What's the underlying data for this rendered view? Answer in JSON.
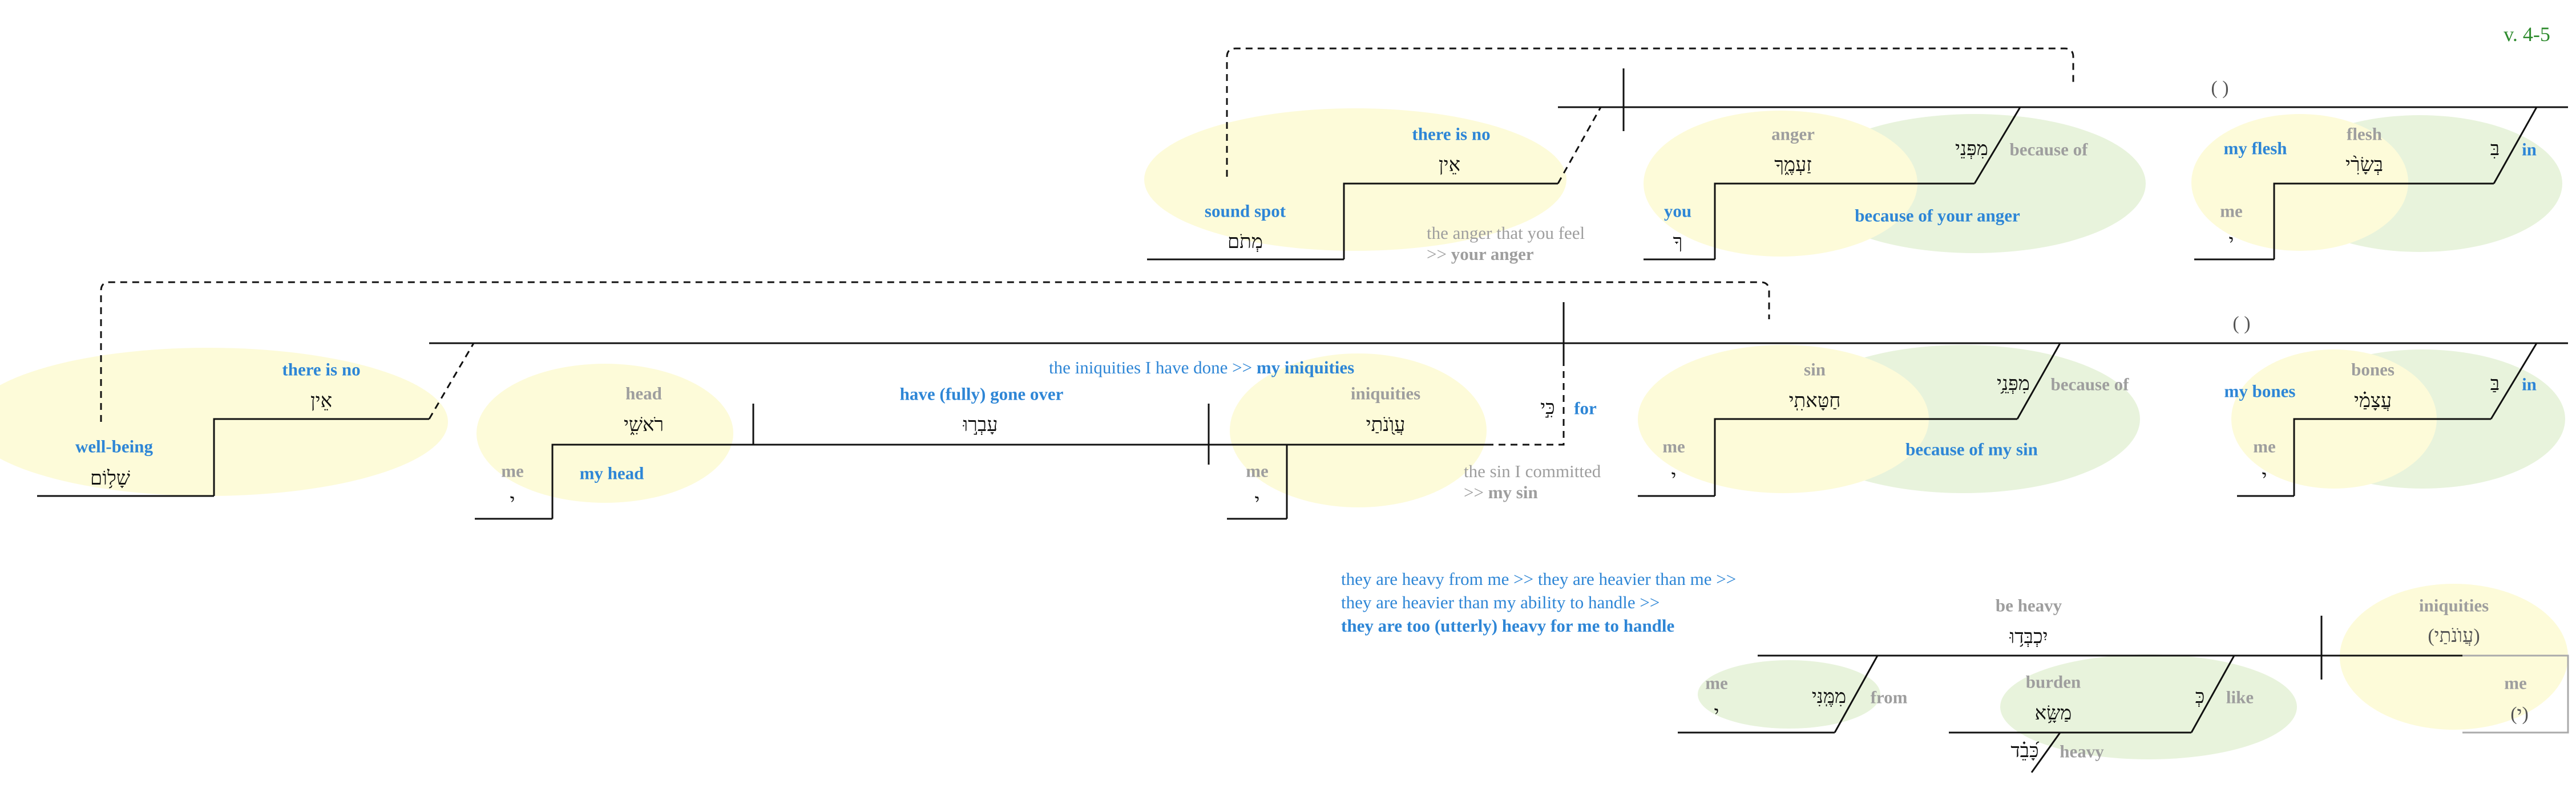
{
  "verse_ref": "v. 4-5",
  "line1": {
    "hebrew": {
      "matom": "מְתֹם",
      "ein": "אֵין",
      "zaam": "זַעְמֶ֑ךָ",
      "mipnei": "מִפְּנֵי",
      "suffix_kha": "ךָ",
      "besari": "בְּשָׂרִ֨י",
      "be": "בִּ",
      "suffix_i": "י"
    },
    "gloss": {
      "sound_spot": "sound spot",
      "there_is_no": "there is no",
      "anger": "anger",
      "because_of": "because of",
      "you": "you",
      "because_of_your_anger": "because of your anger",
      "my_flesh": "my flesh",
      "flesh": "flesh",
      "in": "in",
      "me": "me"
    },
    "note_a": "the anger that you feel",
    "note_b_prefix": ">> ",
    "note_b_bold": "your anger",
    "paren": "( )"
  },
  "line2": {
    "hebrew": {
      "shalom": "שָׁל֥וֹם",
      "ein": "אֵין",
      "rosh": "רֹאשִׁ֑י",
      "suffix_i": "י",
      "avru": "עָבְר֣וּ",
      "ki": "כִּ֣י",
      "avonotai": "עֲוֺ֭נֹתַי",
      "chatat": "חַטָּאתִֽי",
      "mipnei": "מִפְּנֵ֥י",
      "atsamai": "עֲצָמַ֗י",
      "be": "בַּ"
    },
    "gloss": {
      "well_being": "well-being",
      "there_is_no": "there is no",
      "head": "head",
      "me": "me",
      "my_head": "my head",
      "have_gone_over": "have (fully) gone over",
      "iniquities": "iniquities",
      "for": "for",
      "sin": "sin",
      "because_of": "because of",
      "because_of_my_sin": "because of my sin",
      "my_bones": "my bones",
      "bones": "bones",
      "in": "in"
    },
    "iniq_note_plain": "the iniquities I have done >> ",
    "iniq_note_bold": "my iniquities",
    "sin_note_a": "the sin I committed",
    "sin_note_b_prefix": ">> ",
    "sin_note_b_bold": "my sin",
    "paren": "( )"
  },
  "line3": {
    "note_1": "they are heavy from me >> they are heavier than me >>",
    "note_2": "they are heavier than my ability to handle >>",
    "note_3": "they are too (utterly) heavy for me to handle",
    "hebrew": {
      "yikhbedu": "יִכְבְּד֥וּ",
      "avonotai_paren": "(עֲוֺנֹתַי)",
      "mimmeni": "מִמֶּֽנִּי",
      "suffix_i": "י",
      "massa": "מַשָּׂ֥א",
      "ke": "כְּ",
      "kaved": "כָּ֝בֵ֗ד",
      "suffix_paren": "(י)"
    },
    "gloss": {
      "be_heavy": "be heavy",
      "iniquities": "iniquities",
      "me": "me",
      "from": "from",
      "burden": "burden",
      "like": "like",
      "heavy": "heavy"
    }
  },
  "colors": {
    "subject_bubble": "#fdfbd9",
    "modifier_bubble": "#e8f3dc",
    "line": "#111111",
    "blue_gloss": "#2e86d6",
    "grey_gloss": "#9e9e9e",
    "verse_ref": "#2e8b2e"
  }
}
